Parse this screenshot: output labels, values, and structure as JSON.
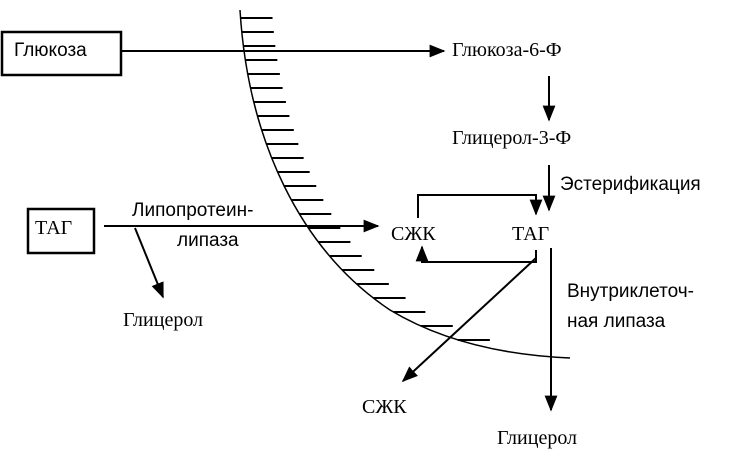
{
  "labels": {
    "glucose": "Глюкоза",
    "glucose6p": "Глюкоза-6-Ф",
    "glycerol3p": "Глицерол-3-Ф",
    "esterification": "Эстерификация",
    "tag_left": "ТАГ",
    "lipoprotein_line1": "Липопротеин-",
    "lipoprotein_line2": "липаза",
    "ffa_inside": "СЖК",
    "tag_inside": "ТАГ",
    "intracellular_line1": "Внутриклеточ-",
    "intracellular_line2": "ная липаза",
    "glycerol_left": "Глицерол",
    "ffa_bottom": "СЖК",
    "glycerol_bottom": "Глицерол"
  }
}
